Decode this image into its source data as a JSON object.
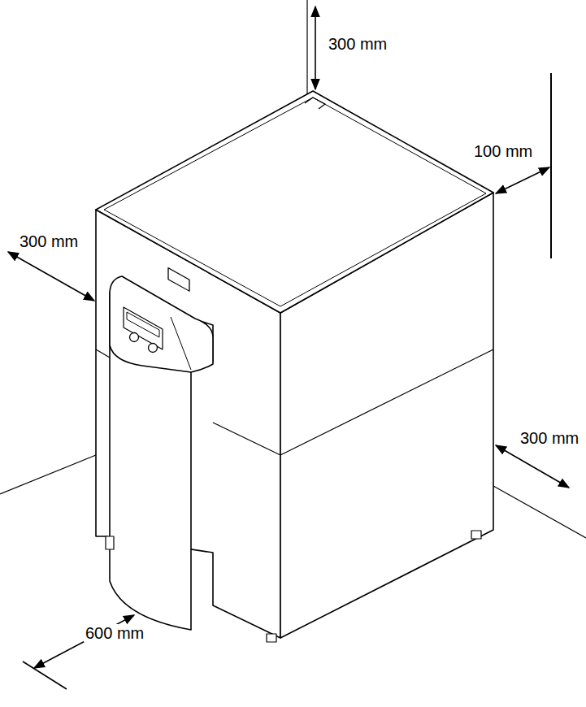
{
  "diagram": {
    "labels": [
      "300 mm",
      "100 mm",
      "300 mm",
      "300 mm",
      "600 mm"
    ]
  }
}
